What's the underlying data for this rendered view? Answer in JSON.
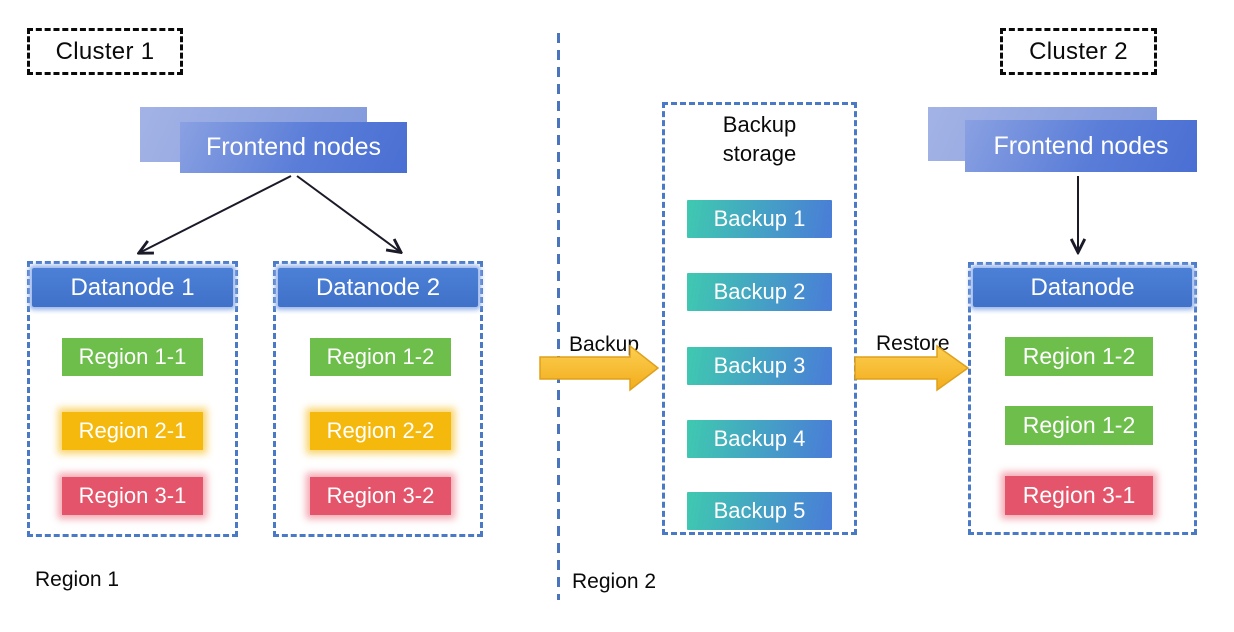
{
  "cluster1": {
    "label": "Cluster 1",
    "frontend_label": "Frontend nodes",
    "datanodes": [
      {
        "title": "Datanode 1",
        "regions": [
          {
            "label": "Region 1-1",
            "color": "green"
          },
          {
            "label": "Region 2-1",
            "color": "yellow"
          },
          {
            "label": "Region 3-1",
            "color": "red"
          }
        ]
      },
      {
        "title": "Datanode 2",
        "regions": [
          {
            "label": "Region 1-2",
            "color": "green"
          },
          {
            "label": "Region 2-2",
            "color": "yellow"
          },
          {
            "label": "Region 3-2",
            "color": "red"
          }
        ]
      }
    ]
  },
  "backup_storage": {
    "title": "Backup storage",
    "items": [
      {
        "label": "Backup 1"
      },
      {
        "label": "Backup 2"
      },
      {
        "label": "Backup 3"
      },
      {
        "label": "Backup 4"
      },
      {
        "label": "Backup 5"
      }
    ]
  },
  "cluster2": {
    "label": "Cluster 2",
    "frontend_label": "Frontend nodes",
    "datanode": {
      "title": "Datanode",
      "regions": [
        {
          "label": "Region 1-2",
          "color": "green"
        },
        {
          "label": "Region 1-2",
          "color": "green"
        },
        {
          "label": "Region 3-1",
          "color": "red"
        }
      ]
    }
  },
  "flows": {
    "backup_label": "Backup",
    "restore_label": "Restore"
  },
  "footers": {
    "region1": "Region 1",
    "region2": "Region 2"
  },
  "colors": {
    "region_green": "#6dbe4b",
    "region_yellow": "#f5b90d",
    "region_red": "#e4546a",
    "datanode_blue": "#4478d1",
    "container_dash_blue": "#4a79c6",
    "backup_teal": "#3fc9b0",
    "backup_blue": "#4a7cd8",
    "arrow_gold": "#f2ac1b",
    "frontend_blue": "#4a6fd3"
  }
}
